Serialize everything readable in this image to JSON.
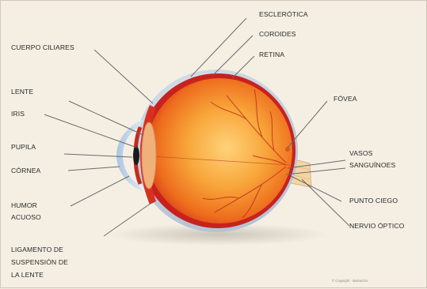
{
  "labels": {
    "esclerotica": "ESCLERÓTICA",
    "coroides": "COROIDES",
    "retina": "RETINA",
    "cuerpo_ciliares": "CUERPO CILIARES",
    "lente": "LENTE",
    "iris": "IRIS",
    "pupila": "PUPILA",
    "cornea": "CÓRNEA",
    "humor_line1": "HUMOR",
    "humor_line2": "ACUOSO",
    "ligamento_line1": "LIGAMENTO DE",
    "ligamento_line2": "SUSPENSIÓN DE",
    "ligamento_line3": "LA LENTE",
    "fovea": "FÓVEA",
    "vasos_line1": "VASOS",
    "vasos_line2": "SANGUÍNOES",
    "punto_ciego": "PUNTO CIEGO",
    "nervio_optico": "NERVIO ÓPTICO"
  },
  "credit": "© Copyright · Ilustración",
  "colors": {
    "background": "#f5efe3",
    "sclera": "#c9d6e4",
    "choroid": "#d2201e",
    "retina_interior": "#f08a22",
    "cornea": "#b9cfe6",
    "label_text": "#2a2a2a"
  }
}
